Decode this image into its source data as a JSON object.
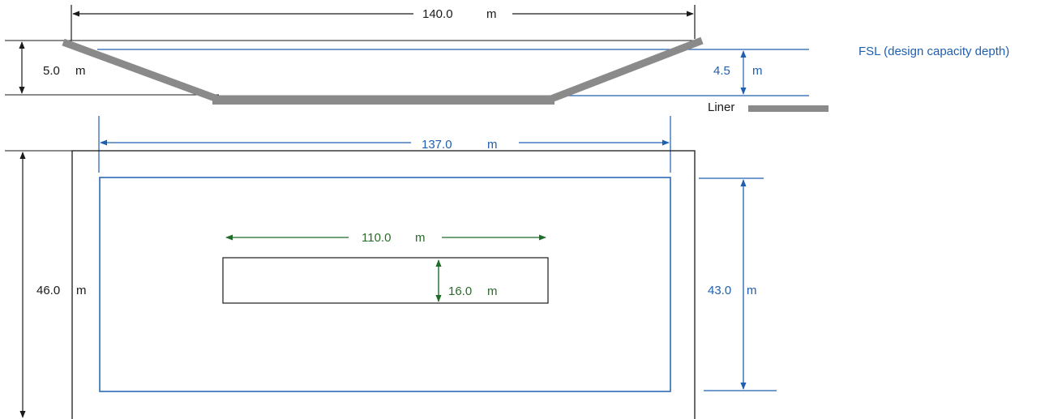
{
  "colors": {
    "black": "#1a1a1a",
    "blue": "#1f5fb0",
    "green": "#1f6b2a",
    "liner": "#8a8a8a"
  },
  "section": {
    "top_width": {
      "value": "140.0",
      "unit": "m"
    },
    "depth": {
      "value": "5.0",
      "unit": "m"
    },
    "fsl_depth": {
      "value": "4.5",
      "unit": "m"
    },
    "fsl_label": "FSL (design capacity depth)",
    "liner_label": "Liner"
  },
  "plan": {
    "fsl_length": {
      "value": "137.0",
      "unit": "m"
    },
    "outer_width": {
      "value": "46.0",
      "unit": "m"
    },
    "fsl_width": {
      "value": "43.0",
      "unit": "m"
    },
    "base_length": {
      "value": "110.0",
      "unit": "m"
    },
    "base_width": {
      "value": "16.0",
      "unit": "m"
    }
  }
}
